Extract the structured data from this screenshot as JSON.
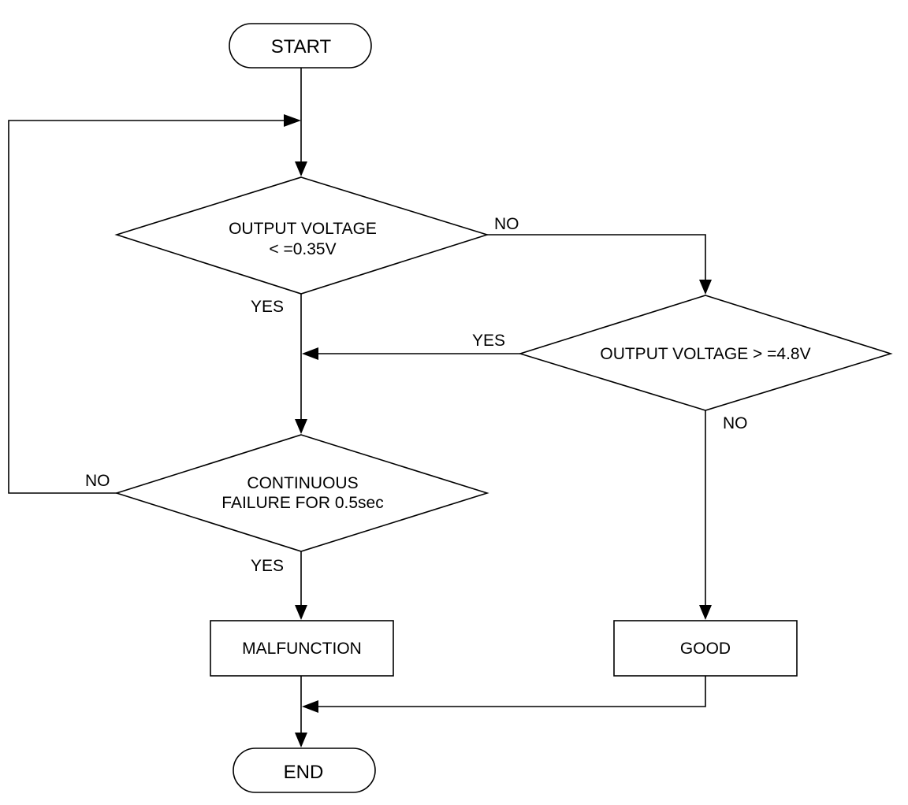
{
  "nodes": {
    "start": "START",
    "end": "END",
    "decision1": {
      "line1": "OUTPUT VOLTAGE",
      "line2": "< =0.35V"
    },
    "decision2": {
      "line1": "OUTPUT VOLTAGE > =4.8V"
    },
    "decision3": {
      "line1": "CONTINUOUS",
      "line2": "FAILURE FOR 0.5sec"
    },
    "malfunction": "MALFUNCTION",
    "good": "GOOD"
  },
  "labels": {
    "d1_no": "NO",
    "d1_yes": "YES",
    "d2_yes": "YES",
    "d2_no": "NO",
    "d3_no": "NO",
    "d3_yes": "YES"
  }
}
